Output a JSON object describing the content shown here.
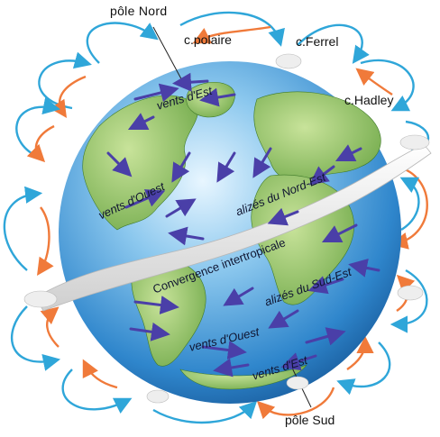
{
  "labels": {
    "pole_nord": "pôle Nord",
    "pole_sud": "pôle Sud",
    "cell_polaire": "c.polaire",
    "cell_ferrel": "c.Ferrel",
    "cell_hadley": "c.Hadley",
    "vents_est_nord": "vents d'Est",
    "vents_ouest_nord": "vents d'Ouest",
    "alizes_nord": "alizés du Nord-Est",
    "convergence": "Convergence intertropicale",
    "alizes_sud": "alizés du Sud-Est",
    "vents_ouest_sud": "vents d'Ouest",
    "vents_est_sud": "vents d'Est"
  },
  "colors": {
    "ocean": "#1f78c8",
    "ocean_light": "#9fd2f2",
    "land": "#9bc86a",
    "land_dark": "#5f9a3a",
    "cell_blue": "#2fa6d9",
    "cell_orange": "#f07a3a",
    "wind_arrow": "#4a3fa8",
    "cloud": "#e9e9e9"
  }
}
